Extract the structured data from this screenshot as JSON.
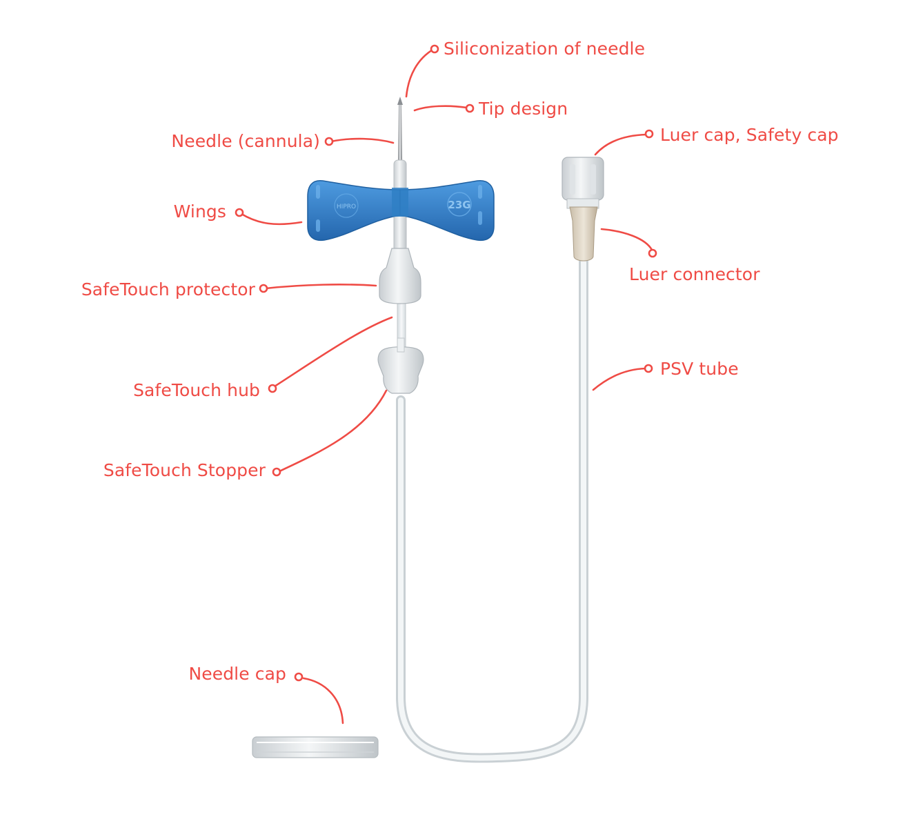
{
  "labels": {
    "siliconization": "Siliconization of needle",
    "tip_design": "Tip design",
    "needle_cannula": "Needle (cannula)",
    "wings": "Wings",
    "safetouch_protector": "SafeTouch protector",
    "safetouch_hub": "SafeTouch hub",
    "safetouch_stopper": "SafeTouch Stopper",
    "needle_cap": "Needle cap",
    "luer_cap": "Luer cap, Safety cap",
    "luer_connector": "Luer connector",
    "psv_tube": "PSV tube"
  },
  "wing_marks": {
    "brand": "HIPRO",
    "gauge": "23G"
  },
  "colors": {
    "label": "#ef4b45",
    "wing": "#2f7fc4",
    "tube": "#e9edf0",
    "connector": "#d8cfc0"
  }
}
